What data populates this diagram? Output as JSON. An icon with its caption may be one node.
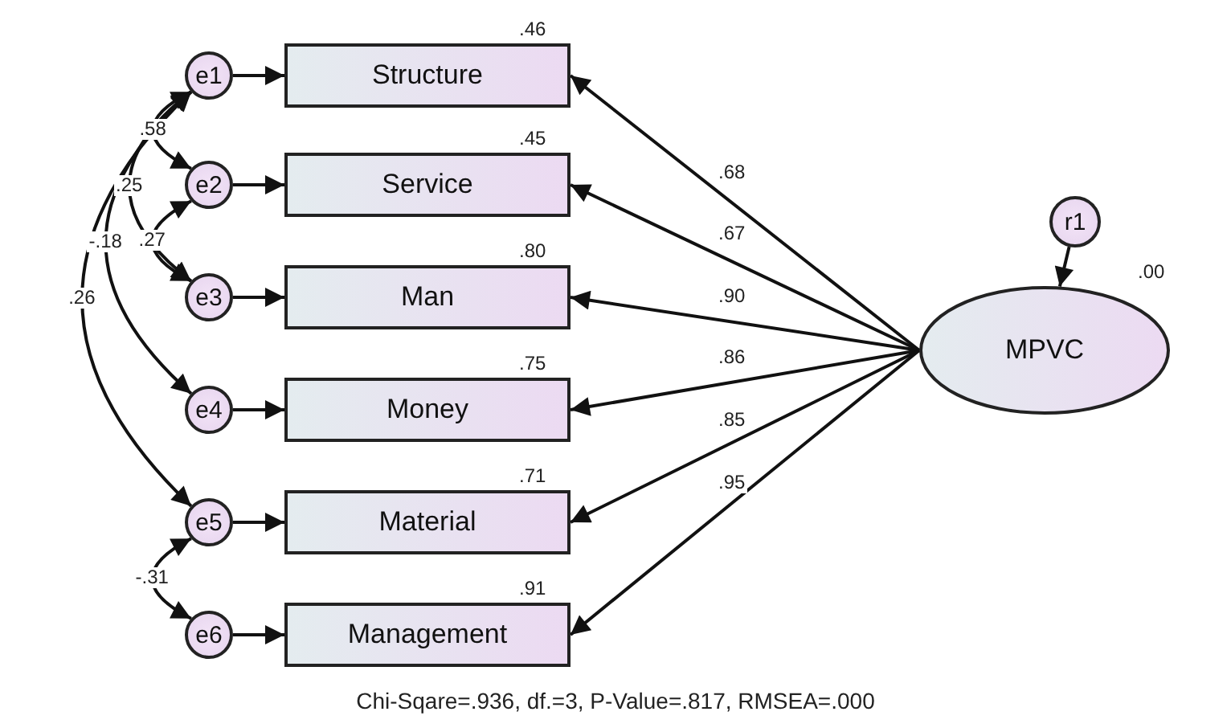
{
  "diagram": {
    "caption": "Chi-Sqare=.936, df.=3, P-Value=.817, RMSEA=.000",
    "nodes": [
      {
        "text": [
          "e1"
        ]
      },
      {
        "text": [
          "e2"
        ]
      },
      {
        "text": [
          "e3"
        ]
      },
      {
        "text": [
          "e4"
        ]
      },
      {
        "text": [
          "e5"
        ]
      },
      {
        "text": [
          "e6"
        ]
      },
      {
        "text": [
          "Structure"
        ],
        "beside": [
          ".46"
        ]
      },
      {
        "text": [
          "Service"
        ],
        "beside": [
          ".45"
        ]
      },
      {
        "text": [
          "Man"
        ],
        "beside": [
          ".80"
        ]
      },
      {
        "text": [
          "Money"
        ],
        "beside": [
          ".75"
        ]
      },
      {
        "text": [
          "Material"
        ],
        "beside": [
          ".71"
        ]
      },
      {
        "text": [
          "Management"
        ],
        "beside": [
          ".91"
        ]
      },
      {
        "text": [
          "MPVC"
        ],
        "beside": [
          ".00"
        ]
      },
      {
        "text": [
          "r1"
        ]
      }
    ],
    "edges": [
      {
        "from": 0,
        "to": 6,
        "arrow": "to"
      },
      {
        "from": 1,
        "to": 7,
        "arrow": "to"
      },
      {
        "from": 2,
        "to": 8,
        "arrow": "to"
      },
      {
        "from": 3,
        "to": 9,
        "arrow": "to"
      },
      {
        "from": 4,
        "to": 10,
        "arrow": "to"
      },
      {
        "from": 5,
        "to": 11,
        "arrow": "to"
      },
      {
        "from": 12,
        "to": 6,
        "arrow": "to",
        "label": ".68"
      },
      {
        "from": 12,
        "to": 7,
        "arrow": "to",
        "label": ".67"
      },
      {
        "from": 12,
        "to": 8,
        "arrow": "to",
        "label": ".90"
      },
      {
        "from": 12,
        "to": 9,
        "arrow": "to",
        "label": ".86"
      },
      {
        "from": 12,
        "to": 10,
        "arrow": "to",
        "label": ".85"
      },
      {
        "from": 12,
        "to": 11,
        "arrow": "to",
        "label": ".95"
      },
      {
        "from": 13,
        "to": 12,
        "arrow": "to"
      },
      {
        "from": 0,
        "to": 1,
        "arrow": "both",
        "label": ".58"
      },
      {
        "from": 0,
        "to": 2,
        "arrow": "both",
        "label": ".25"
      },
      {
        "from": 0,
        "to": 3,
        "arrow": "both",
        "label": "-.18"
      },
      {
        "from": 0,
        "to": 4,
        "arrow": "both",
        "label": ".26"
      },
      {
        "from": 1,
        "to": 2,
        "arrow": "both",
        "label": ".27"
      },
      {
        "from": 4,
        "to": 5,
        "arrow": "both",
        "label": "-.31"
      }
    ]
  }
}
